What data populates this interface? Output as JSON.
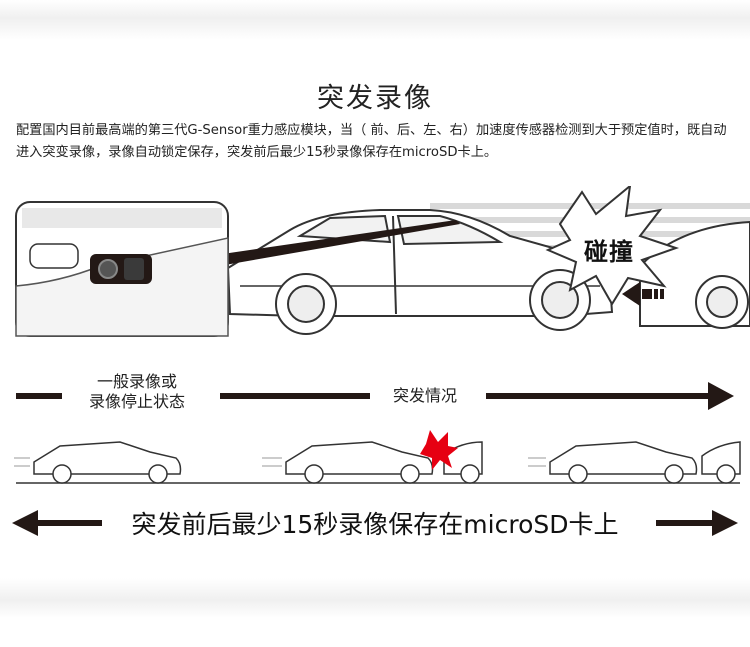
{
  "title": "突发录像",
  "description": "配置国内目前最高端的第三代G-Sensor重力感应模块，当（ 前、后、左、右）加速度传感器检测到大于预定值时，既自动进入突变录像，录像自动锁定保存，突发前后最少15秒录像保存在microSD卡上。",
  "impact_label": "碰撞",
  "timeline": {
    "stage_normal": "一般录像或\n录像停止状态",
    "stage_sudden": "突发情况"
  },
  "bottom_caption": "突发前后最少15秒录像保存在microSD卡上",
  "icons": [
    "car-icon",
    "camera-icon",
    "collision-burst-icon",
    "arrow-right-icon",
    "arrow-left-icon"
  ],
  "colors": {
    "dark": "#231815",
    "burst_red": "#e60012",
    "line": "#333333"
  }
}
